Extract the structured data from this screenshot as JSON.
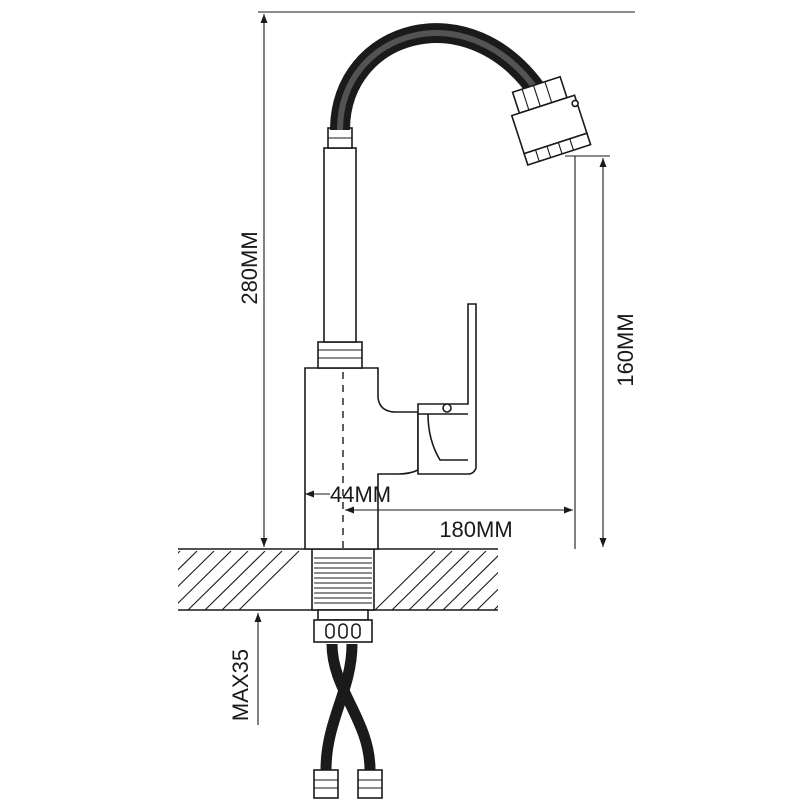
{
  "dimensions": {
    "total_height": "280MM",
    "spout_height": "160MM",
    "spout_reach": "180MM",
    "body_diameter": "44MM",
    "max_counter_thickness": "MAX35"
  },
  "colors": {
    "line": "#1a1a1a",
    "background": "#ffffff"
  },
  "icons": {
    "arrow": "arrowhead-icon"
  }
}
